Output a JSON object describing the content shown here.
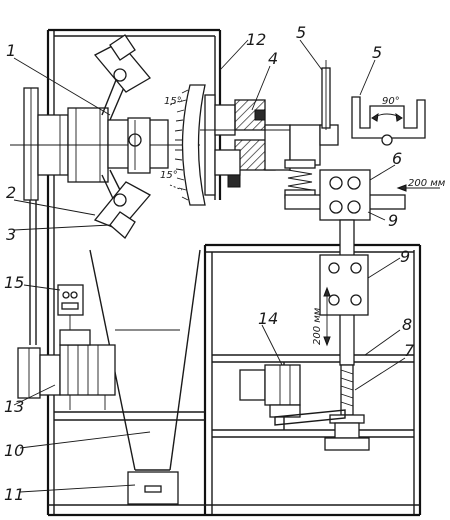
{
  "callouts": [
    {
      "id": "1",
      "text": "1"
    },
    {
      "id": "2",
      "text": "2"
    },
    {
      "id": "3",
      "text": "3"
    },
    {
      "id": "4",
      "text": "4"
    },
    {
      "id": "5a",
      "text": "5"
    },
    {
      "id": "5b",
      "text": "5"
    },
    {
      "id": "6",
      "text": "6"
    },
    {
      "id": "7",
      "text": "7"
    },
    {
      "id": "8",
      "text": "8"
    },
    {
      "id": "9a",
      "text": "9"
    },
    {
      "id": "9b",
      "text": "9"
    },
    {
      "id": "10",
      "text": "10"
    },
    {
      "id": "11",
      "text": "11"
    },
    {
      "id": "12",
      "text": "12"
    },
    {
      "id": "13",
      "text": "13"
    },
    {
      "id": "14",
      "text": "14"
    },
    {
      "id": "15",
      "text": "15"
    }
  ],
  "annotations": {
    "angle_top": "15°",
    "angle_bottom": "15°",
    "rotation_angle": "90°",
    "horizontal_travel": "200 мм",
    "vertical_travel": "200 мм"
  }
}
